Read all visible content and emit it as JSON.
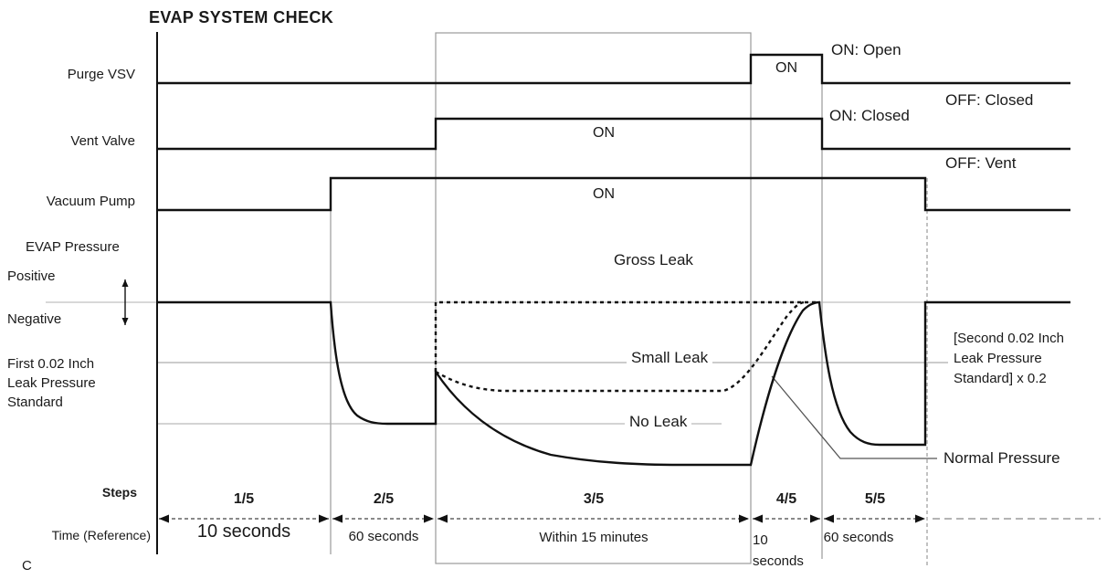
{
  "title": "EVAP SYSTEM CHECK",
  "corner_mark": "C",
  "colors": {
    "trace": "#111111",
    "reference_gray": "#9a9a9a",
    "background": "#ffffff"
  },
  "signals": {
    "purge_vsv": {
      "label": "Purge VSV",
      "pulse_label": "ON",
      "on_note": "ON: Open",
      "off_note": "OFF: Closed"
    },
    "vent_valve": {
      "label": "Vent Valve",
      "on_label": "ON",
      "on_note": "ON: Closed",
      "off_note": "OFF: Vent"
    },
    "vacuum_pump": {
      "label": "Vacuum Pump",
      "on_label": "ON"
    }
  },
  "pressure": {
    "label": "EVAP Pressure",
    "positive": "Positive",
    "negative": "Negative",
    "first_standard_line1": "First 0.02 Inch",
    "first_standard_line2": "Leak Pressure",
    "first_standard_line3": "Standard",
    "gross_leak": "Gross Leak",
    "small_leak": "Small Leak",
    "no_leak": "No Leak",
    "normal_pressure": "Normal Pressure",
    "second_standard_line1": "[Second 0.02 Inch",
    "second_standard_line2": "Leak Pressure",
    "second_standard_line3": "Standard] x 0.2"
  },
  "axis": {
    "steps_header": "Steps",
    "time_header": "Time (Reference)"
  },
  "steps": [
    {
      "step": "1/5",
      "time": "10 seconds"
    },
    {
      "step": "2/5",
      "time": "60 seconds"
    },
    {
      "step": "3/5",
      "time": "Within 15 minutes"
    },
    {
      "step": "4/5",
      "time_line1": "10",
      "time_line2": "seconds"
    },
    {
      "step": "5/5",
      "time": "60 seconds"
    }
  ],
  "chart_data": {
    "type": "timing-diagram",
    "title": "EVAP SYSTEM CHECK",
    "x_axis": "Time (Reference) over Steps 1/5 - 5/5",
    "signals": [
      "Purge VSV",
      "Vent Valve",
      "Vacuum Pump",
      "EVAP Pressure"
    ],
    "sequence": [
      {
        "step": "1/5",
        "duration": "10 seconds",
        "purge_vsv": "OFF",
        "vent_valve": "OFF",
        "vacuum_pump": "OFF",
        "evap_pressure": "atmospheric (between Positive and Negative)"
      },
      {
        "step": "2/5",
        "duration": "60 seconds",
        "purge_vsv": "OFF",
        "vent_valve": "OFF",
        "vacuum_pump": "ON",
        "evap_pressure": "pulled down to First 0.02 Inch Leak Pressure Standard"
      },
      {
        "step": "3/5",
        "duration": "Within 15 minutes",
        "purge_vsv": "OFF",
        "vent_valve": "ON",
        "vacuum_pump": "ON",
        "evap_pressure": "Gross Leak returns to zero; Small Leak settles just below standard; No Leak keeps dropping"
      },
      {
        "step": "4/5",
        "duration": "10 seconds",
        "purge_vsv": "ON",
        "vent_valve": "ON",
        "vacuum_pump": "ON",
        "evap_pressure": "rises back up toward zero"
      },
      {
        "step": "5/5",
        "duration": "60 seconds",
        "purge_vsv": "OFF",
        "vent_valve": "OFF",
        "vacuum_pump": "ON",
        "evap_pressure": "pulled down to Normal Pressure ([Second 0.02 Inch Leak Pressure Standard] x 0.2), then released"
      }
    ],
    "legend_notes": [
      "ON: Open / OFF: Closed (Purge VSV)",
      "ON: Closed / OFF: Vent (Vent Valve)"
    ]
  }
}
